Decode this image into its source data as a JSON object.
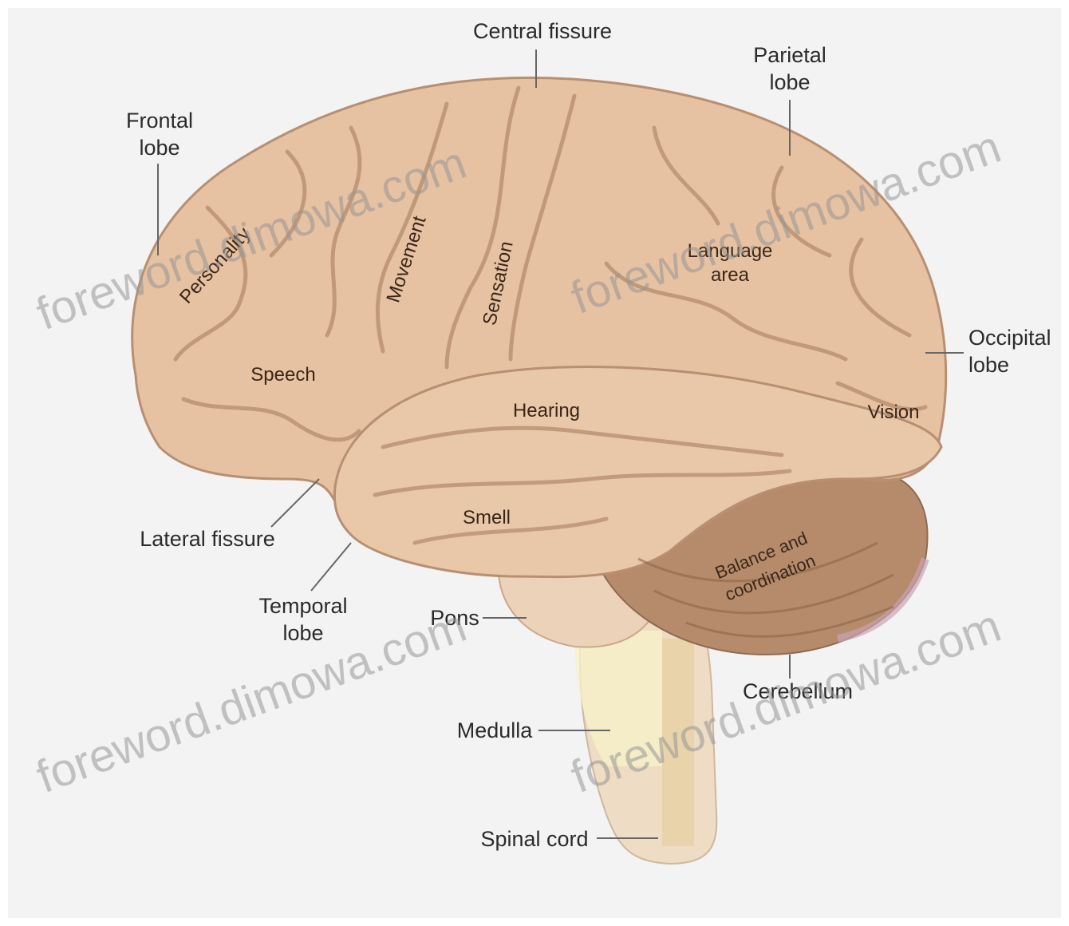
{
  "labels": {
    "central_fissure": "Central fissure",
    "parietal_lobe": "Parietal\nlobe",
    "frontal_lobe": "Frontal\nlobe",
    "occipital_lobe": "Occipital\nlobe",
    "lateral_fissure": "Lateral fissure",
    "temporal_lobe": "Temporal\nlobe",
    "pons": "Pons",
    "cerebellum": "Cerebellum",
    "medulla": "Medulla",
    "spinal_cord": "Spinal cord"
  },
  "regions": {
    "personality": "Personality",
    "movement": "Movement",
    "sensation": "Sensation",
    "language_area": "Language\narea",
    "speech": "Speech",
    "hearing": "Hearing",
    "vision": "Vision",
    "smell": "Smell",
    "balance": "Balance and\ncoordination"
  },
  "watermark": "foreword.dimowa.com",
  "colors": {
    "brain": "#e6c2a2",
    "brain_shadow": "#c9a07f",
    "cerebellum": "#b0876a",
    "brainstem": "#edd3bb",
    "background": "#f3f3f4"
  }
}
